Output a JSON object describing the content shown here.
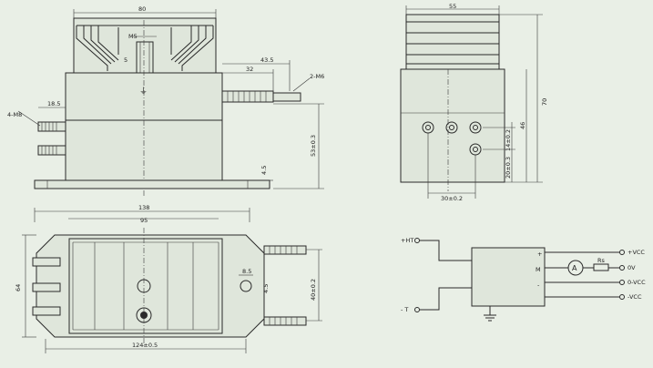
{
  "drawing": {
    "front_view": {
      "dims": {
        "top_width": "80",
        "screw_m5": "M5",
        "screw_depth": "5",
        "span_43_5": "43.5",
        "span_32": "32",
        "cable_m6_right": "2-M6",
        "cable_m8_left": "4-M8",
        "offset_18_5": "18.5",
        "height_53": "53±0.3",
        "base_4_5": "4.5"
      }
    },
    "side_view": {
      "dims": {
        "top_width": "55",
        "overall_height": "70",
        "height_46": "46",
        "pitch_14": "14±0.2",
        "pitch_20": "20±0.3",
        "spacing_30": "30±0.2"
      }
    },
    "top_view": {
      "dims": {
        "overall_width": "138",
        "inner_width": "95",
        "height_64": "64",
        "hole_8_5": "8.5",
        "hole_4_5": "4.5",
        "height_40": "40±0.2",
        "spacing_124": "124±0.5"
      }
    },
    "schematic": {
      "inputs": [
        "+HT",
        "- T"
      ],
      "pins": [
        "+",
        "M",
        "-",
        ""
      ],
      "outputs": [
        "+VCC",
        "0V",
        "0-VCC",
        "-VCC"
      ],
      "ammeter": "A",
      "resistor": "Rs"
    }
  }
}
